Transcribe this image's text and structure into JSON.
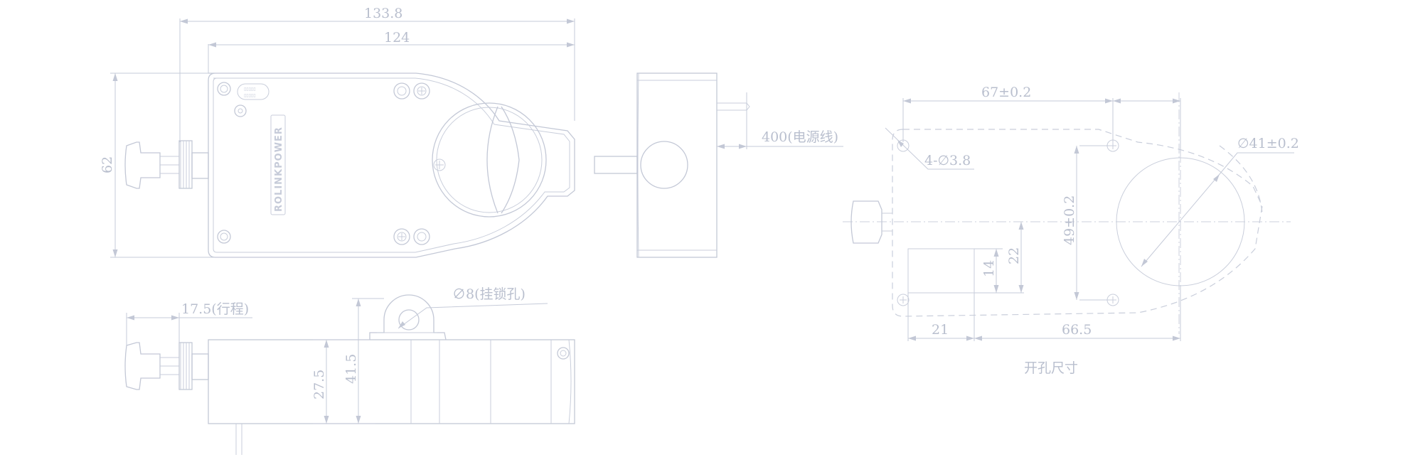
{
  "dimensions": {
    "overall_length": "133.8",
    "body_length": "124",
    "height": "62",
    "cable": "400(电源线)",
    "stroke": "17.5(行程)",
    "lock_hole": "∅8(挂锁孔)",
    "thickness": "27.5",
    "total_thickness": "41.5",
    "hole_spacing_h": "67±0.2",
    "holes": "4-∅3.8",
    "cutout_dia": "∅41±0.2",
    "hole_spacing_v": "49±0.2",
    "dim_22": "22",
    "dim_14": "14",
    "dim_21": "21",
    "dim_66_5": "66.5"
  },
  "labels": {
    "brand": "ROLINKPOWER",
    "cutout_title": "开孔尺寸"
  }
}
